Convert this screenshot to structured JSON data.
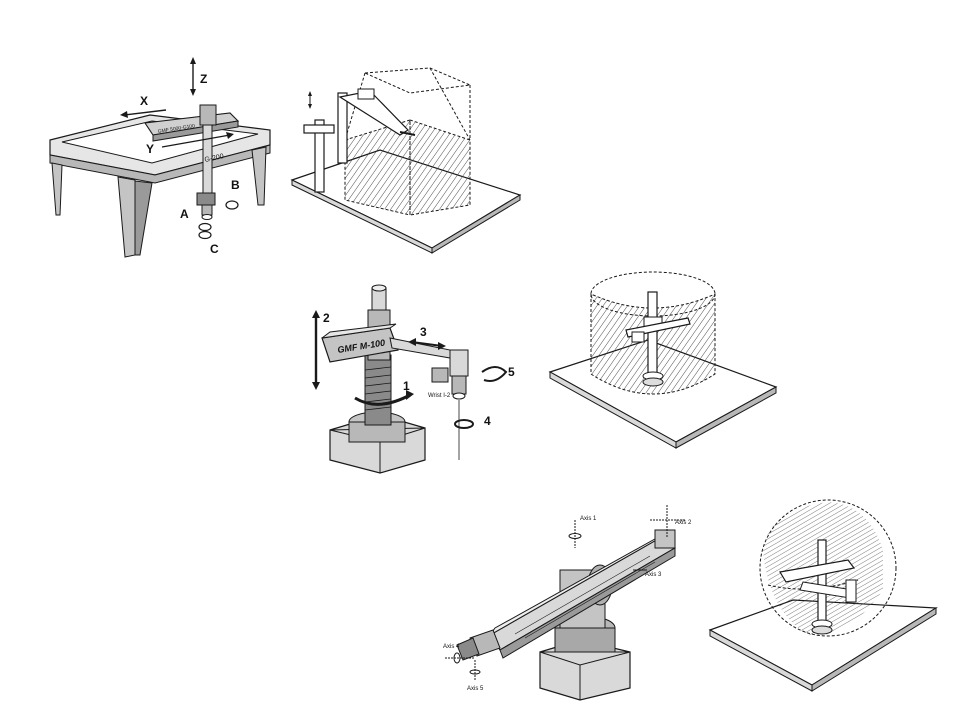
{
  "gantry": {
    "axis_x": "X",
    "axis_y": "Y",
    "axis_z": "Z",
    "axis_a": "A",
    "axis_b": "B",
    "axis_c": "C",
    "beam_text": "GMF 5000-G100",
    "model": "G-200"
  },
  "cylindrical": {
    "model": "GMF M-100",
    "axis_1": "1",
    "axis_2": "2",
    "axis_3": "3",
    "axis_4": "4",
    "axis_5": "5",
    "wrist_label": "Wrist I-2"
  },
  "spherical": {
    "axis_1": "Axis 1",
    "axis_2": "Axis 2",
    "axis_3": "Axis 3",
    "axis_4": "Axis 4",
    "axis_5": "Axis 5"
  },
  "colors": {
    "line": "#1a1a1a",
    "metal_light": "#d9d9d9",
    "metal_mid": "#b8b8b8",
    "metal_dark": "#7a7a7a",
    "hatch": "#3a3a3a"
  }
}
